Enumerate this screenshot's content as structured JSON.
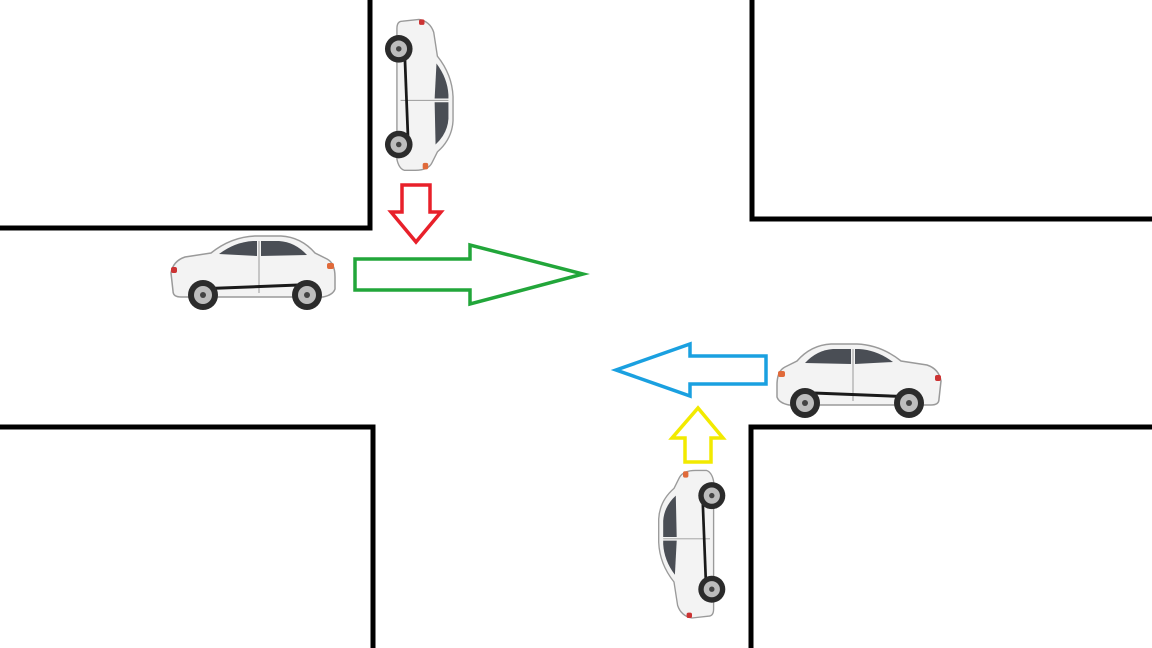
{
  "diagram": {
    "type": "traffic-intersection",
    "background": "#ffffff",
    "curb_color": "#000000",
    "car_color": "#f2f2f2",
    "arrows": [
      {
        "id": "red-arrow",
        "direction": "down",
        "color": "#e8202a"
      },
      {
        "id": "green-arrow",
        "direction": "right",
        "color": "#22a63a"
      },
      {
        "id": "blue-arrow",
        "direction": "left",
        "color": "#1aa0e0"
      },
      {
        "id": "yellow-arrow",
        "direction": "up",
        "color": "#f2ea00"
      }
    ],
    "cars": [
      {
        "id": "car-north",
        "heading": "down"
      },
      {
        "id": "car-west",
        "heading": "right"
      },
      {
        "id": "car-east",
        "heading": "left"
      },
      {
        "id": "car-south",
        "heading": "up"
      }
    ]
  }
}
